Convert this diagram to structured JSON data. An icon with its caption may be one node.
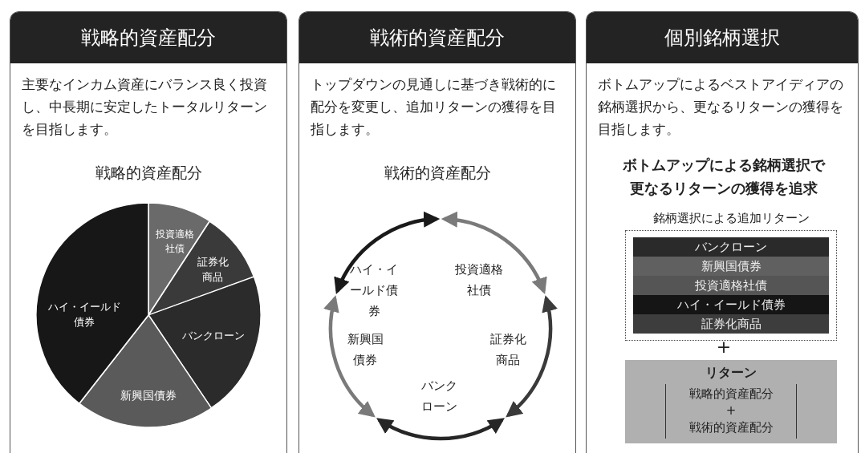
{
  "diagram": {
    "nodes": [
      {
        "text": [
          "戦略的資産配分",
          "主要なインカム資産にバランス良く投資し、中長期に安定したトータルリターンを目指します。"
        ]
      },
      {
        "text": [
          "投資適格社債"
        ],
        "in": 0
      },
      {
        "text": [
          "証券化商品"
        ],
        "in": 0
      },
      {
        "text": [
          "バンクローン"
        ],
        "in": 0
      },
      {
        "text": [
          "新興国債券"
        ],
        "in": 0
      },
      {
        "text": [
          "ハイ・イールド債券"
        ],
        "in": 0
      },
      {
        "text": [
          "戦術的資産配分",
          "トップダウンの見通しに基づき戦術的に配分を変更し、追加リターンの獲得を目指します。"
        ]
      },
      {
        "text": [
          "個別銘柄選択",
          "ボトムアップによるベストアイディアの銘柄選択から、更なるリターンの獲得を目指します。"
        ]
      },
      {
        "text": [
          "銘柄選択による追加リターン"
        ],
        "in": 7
      },
      {
        "text": [
          "バンクローン"
        ],
        "in": 8
      },
      {
        "text": [
          "新興国債券"
        ],
        "in": 8
      },
      {
        "text": [
          "投資適格社債"
        ],
        "in": 8
      },
      {
        "text": [
          "ハイ・イールド債券"
        ],
        "in": 8
      },
      {
        "text": [
          "証券化商品"
        ],
        "in": 8
      },
      {
        "text": [
          "リターン",
          "戦略的資産配分",
          "+",
          "戦術的資産配分"
        ],
        "in": 7
      }
    ],
    "labels": [
      "戦略的資産配分",
      "戦術的資産配分",
      "ハイ・イールド債券",
      "投資適格社債",
      "新興国債券",
      "証券化商品",
      "バンクローン",
      "ボトムアップによる銘柄選択で更なるリターンの獲得を追求",
      "+"
    ]
  }
}
